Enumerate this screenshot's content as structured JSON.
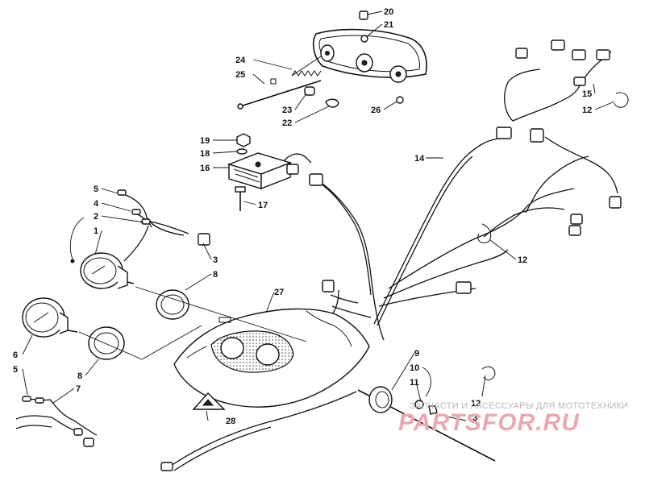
{
  "labels": {
    "n1": "1",
    "n2": "2",
    "n3": "3",
    "n4": "4",
    "n5a": "5",
    "n5b": "5",
    "n6": "6",
    "n7": "7",
    "n8a": "8",
    "n8b": "8",
    "n9": "9",
    "n10": "10",
    "n11": "11",
    "n12a": "12",
    "n12b": "12",
    "n12c": "12",
    "n13": "13",
    "n14": "14",
    "n15": "15",
    "n16": "16",
    "n17": "17",
    "n18": "18",
    "n19": "19",
    "n20": "20",
    "n21": "21",
    "n22": "22",
    "n23": "23",
    "n24": "24",
    "n25": "25",
    "n26": "26",
    "n27": "27",
    "n28": "28"
  },
  "watermark": {
    "tagline": "ЗАПЧАСТИ И АКСЕССУАРЫ ДЛЯ МОТОТЕХНИКИ",
    "brand": "PARTSFOR.RU"
  }
}
